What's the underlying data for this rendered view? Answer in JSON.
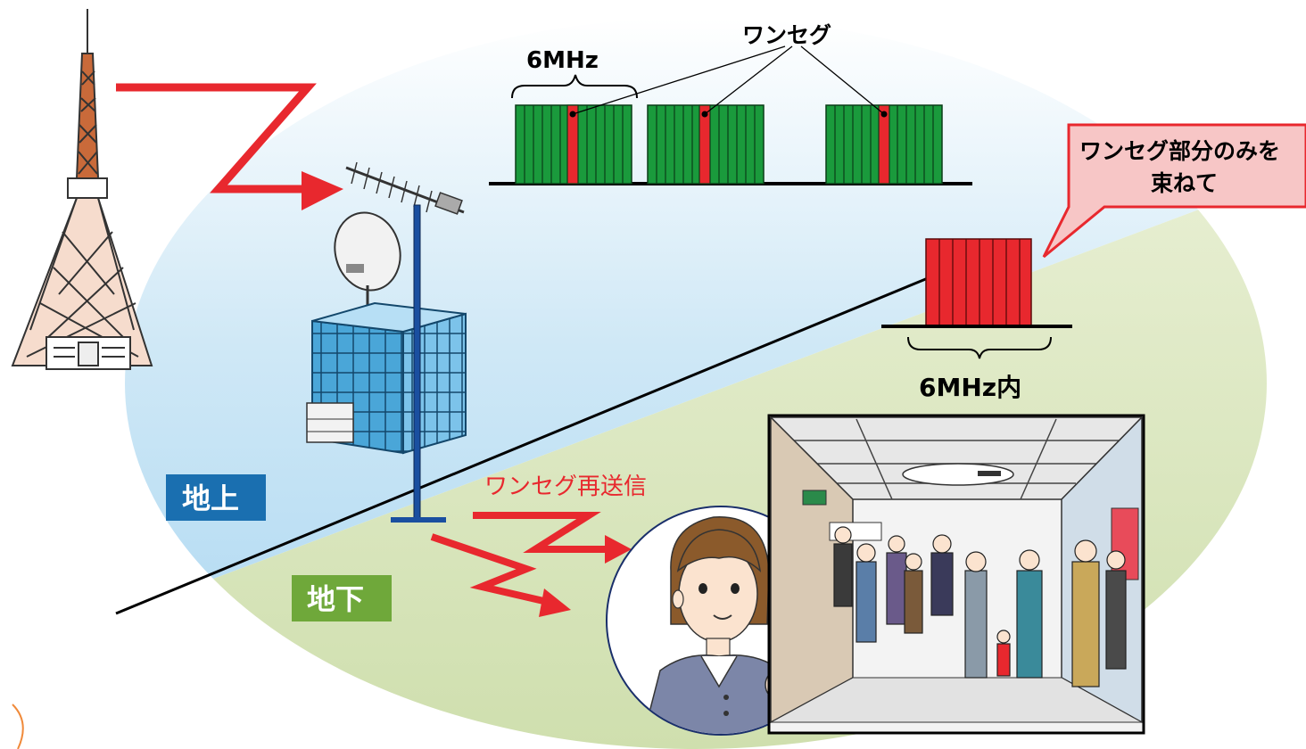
{
  "spectrum": {
    "bandwidth_label": "6MHz",
    "oneseg_label": "ワンセグ",
    "result_bandwidth_label": "6MHz内"
  },
  "callout": {
    "line1": "ワンセグ部分のみを",
    "line2": "束ねて"
  },
  "zones": {
    "ground": "地上",
    "underground": "地下"
  },
  "retransmit_label": "ワンセグ再送信",
  "colors": {
    "channel_green": "#1a9a3c",
    "oneseg_red": "#e8282e",
    "ground_badge": "#1a6fb0",
    "underground_badge": "#6fa83a",
    "signal_arrow": "#e8282e",
    "callout_fill": "#f7c6c6",
    "callout_stroke": "#e8282e"
  }
}
